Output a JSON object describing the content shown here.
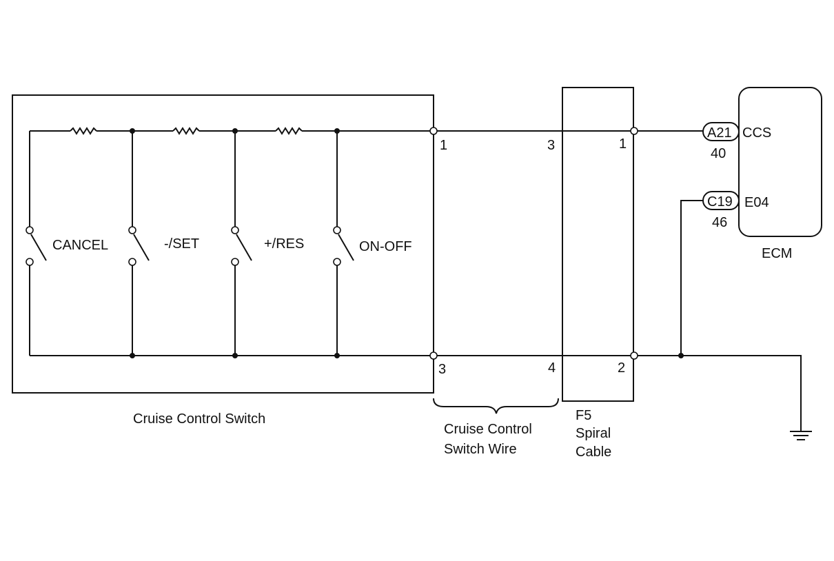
{
  "switch_box": {
    "label": "Cruise Control Switch",
    "switches": [
      {
        "label": "CANCEL"
      },
      {
        "label": "-/SET"
      },
      {
        "label": "+/RES"
      },
      {
        "label": "ON-OFF"
      }
    ],
    "pin_top": "1",
    "pin_bottom": "3"
  },
  "switch_wire": {
    "label_line1": "Cruise Control",
    "label_line2": "Switch Wire",
    "pin_top": "3",
    "pin_bottom": "4"
  },
  "spiral_cable": {
    "label_line1": "F5",
    "label_line2": "Spiral",
    "label_line3": "Cable",
    "pin_top": "1",
    "pin_bottom": "2"
  },
  "ecm": {
    "label": "ECM",
    "connectors": [
      {
        "id": "A21",
        "pin": "40",
        "signal": "CCS"
      },
      {
        "id": "C19",
        "pin": "46",
        "signal": "E04"
      }
    ]
  }
}
